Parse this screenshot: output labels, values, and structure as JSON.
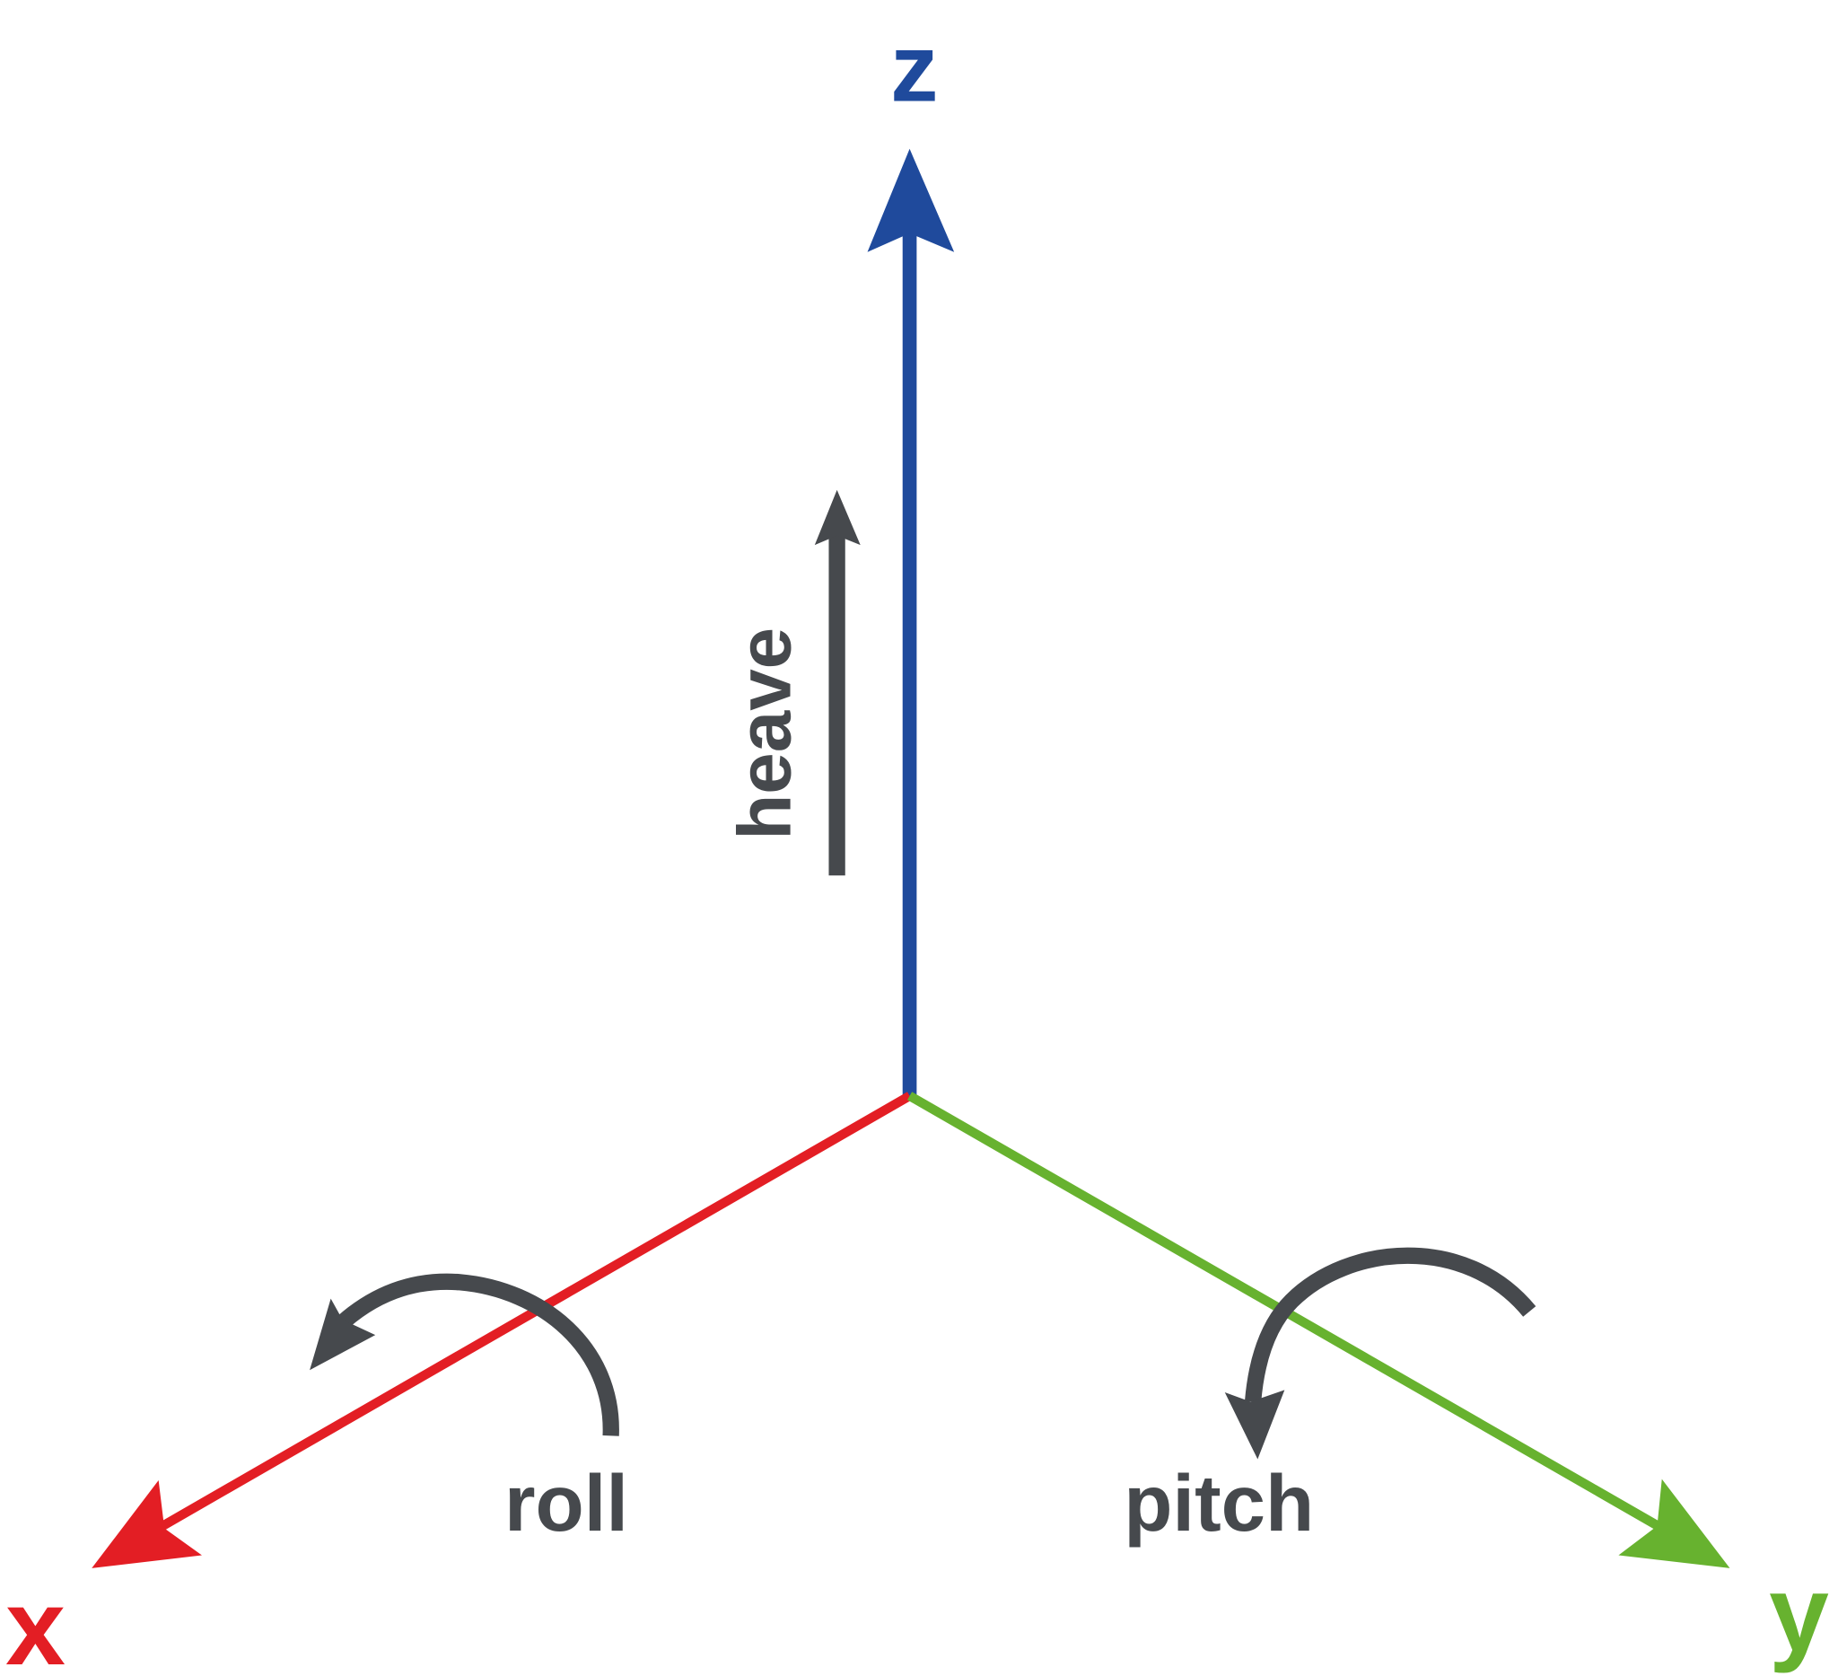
{
  "axes": {
    "z": {
      "label": "z",
      "color": "#1f4a9c"
    },
    "x": {
      "label": "x",
      "color": "#e31e24"
    },
    "y": {
      "label": "y",
      "color": "#67b22f"
    }
  },
  "motions": {
    "heave": {
      "label": "heave",
      "color": "#46494d"
    },
    "roll": {
      "label": "roll",
      "color": "#46494d"
    },
    "pitch": {
      "label": "pitch",
      "color": "#46494d"
    }
  }
}
